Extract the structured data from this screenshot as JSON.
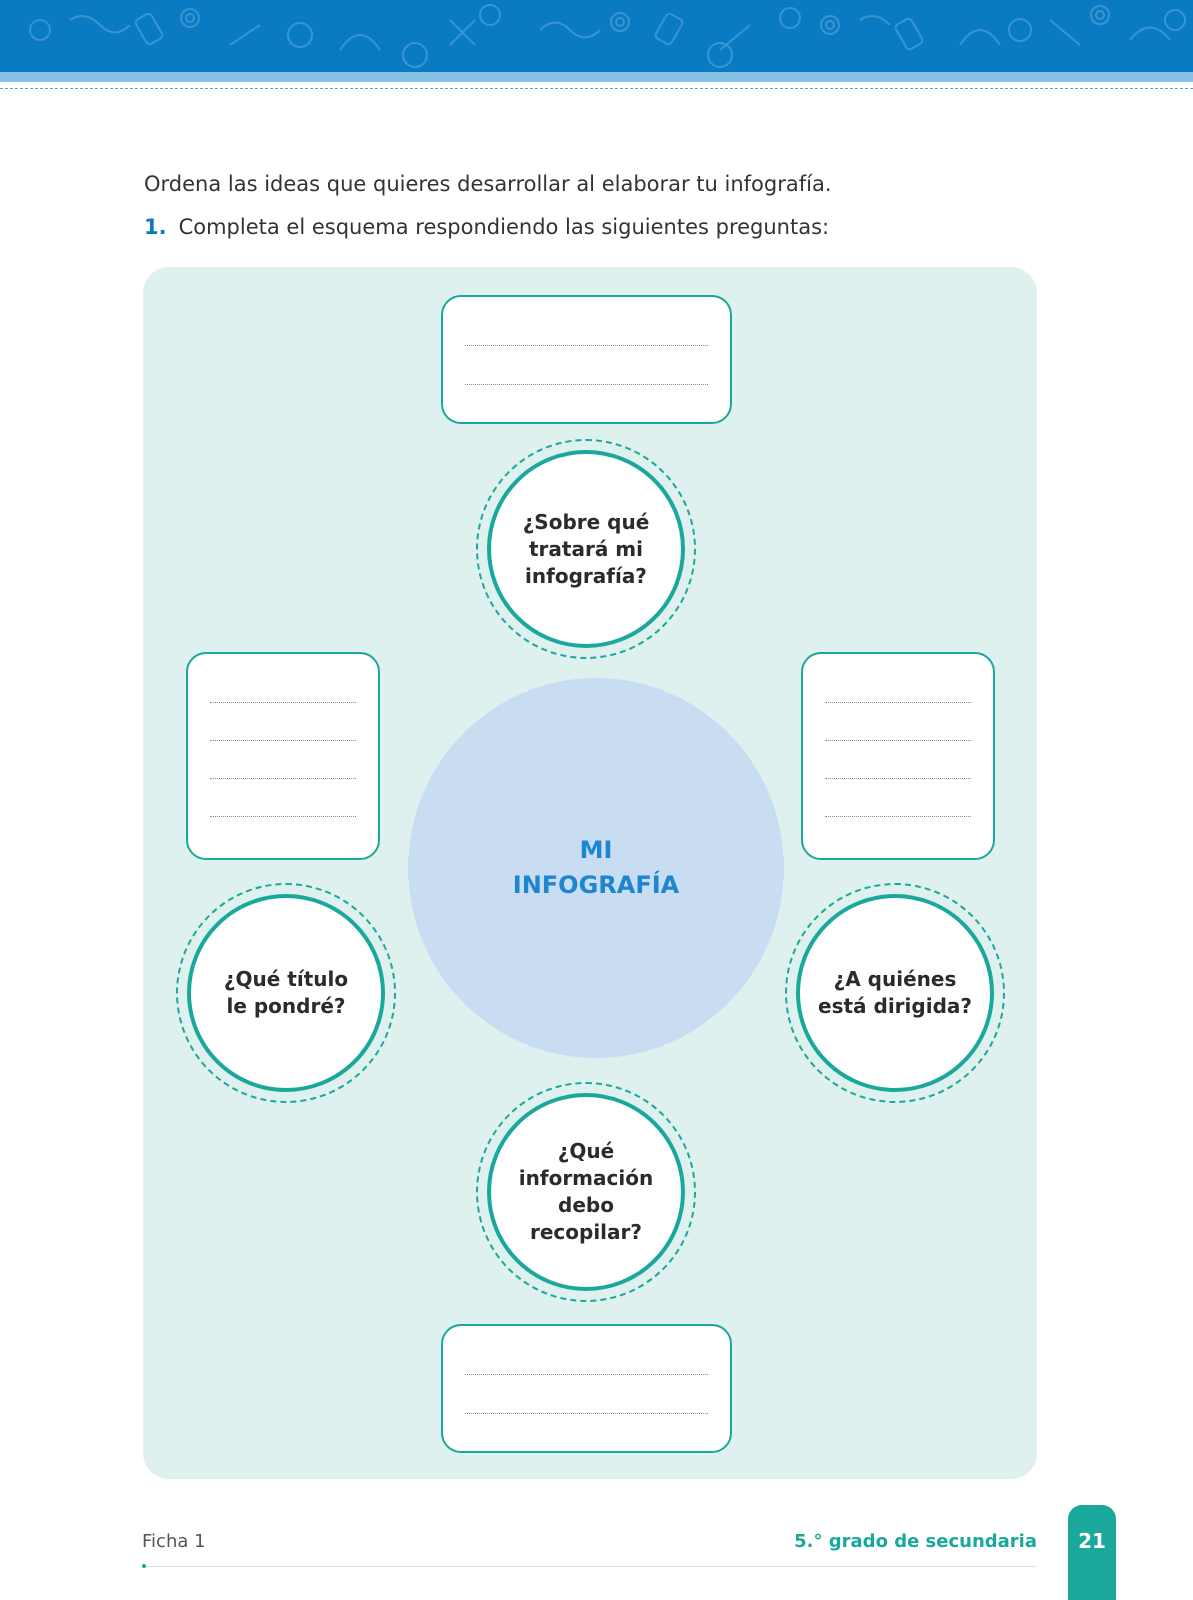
{
  "intro": "Ordena las ideas que quieres desarrollar al elaborar tu infografía.",
  "instruction": {
    "number": "1.",
    "text": "Completa el esquema respondiendo las siguientes preguntas:"
  },
  "center": {
    "line1": "MI",
    "line2": "INFOGRAFÍA"
  },
  "questions": {
    "top": {
      "lines": [
        "¿Sobre qué",
        "tratará mi",
        "infografía?"
      ]
    },
    "left": {
      "lines": [
        "¿Qué título",
        "le pondré?"
      ]
    },
    "right": {
      "lines": [
        "¿A quiénes",
        "está dirigida?"
      ]
    },
    "bottom": {
      "lines": [
        "¿Qué",
        "información",
        "debo",
        "recopilar?"
      ]
    }
  },
  "footer": {
    "left": "Ficha 1",
    "right": "5.° grado de secundaria",
    "page_number": "21"
  },
  "colors": {
    "header_blue": "#0a7ac3",
    "teal": "#1aa89c",
    "panel_bg": "#dff1ef",
    "center_circle": "#c8dcf2",
    "center_text": "#1c86d1"
  },
  "icons": {
    "header_pattern": "doodle-pattern-icon"
  }
}
